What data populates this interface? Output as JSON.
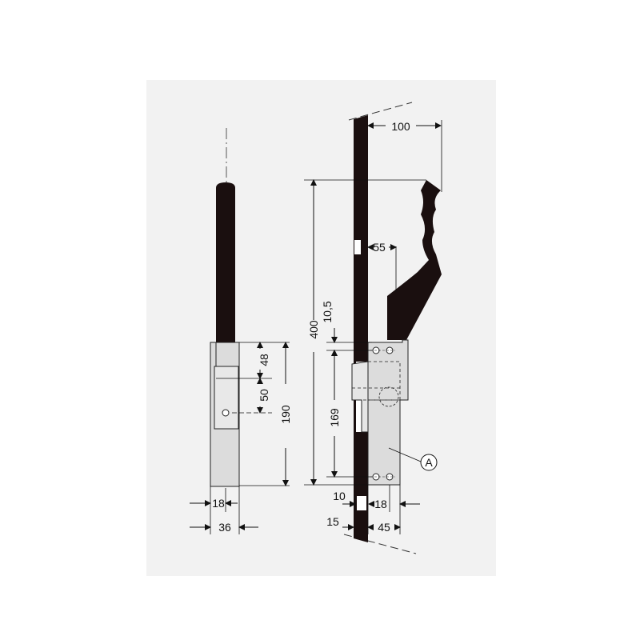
{
  "dimensions": {
    "left_width_18": "18",
    "left_width_36": "36",
    "left_48": "48",
    "left_50": "50",
    "left_190": "190",
    "right_100": "100",
    "right_55": "55",
    "right_400": "400",
    "right_10_5": "10,5",
    "right_169": "169",
    "right_10": "10",
    "right_18": "18",
    "right_15": "15",
    "right_45": "45"
  },
  "callout": {
    "label": "A"
  },
  "colors": {
    "panel": "#f2f2f2",
    "rod": "#1a0f0f",
    "metal": "#dcdcdc",
    "line": "#111111"
  }
}
